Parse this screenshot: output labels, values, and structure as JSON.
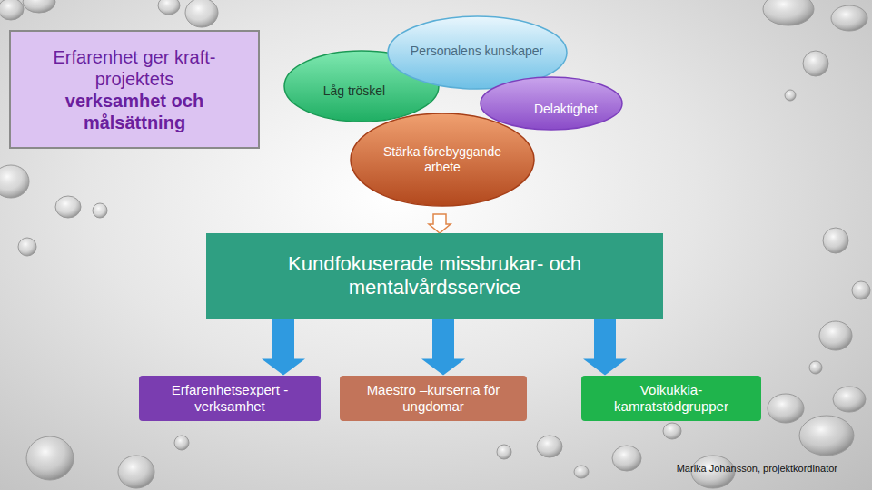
{
  "diagram": {
    "nodes": [
      {
        "text": [
          "Erfarenhet ger kraft- projektets",
          "verksamhet och målsättning"
        ]
      },
      {
        "text": [
          "Låg tröskel"
        ]
      },
      {
        "text": [
          "Personalens kunskaper"
        ]
      },
      {
        "text": [
          "Delaktighet"
        ]
      },
      {
        "text": [
          "Stärka förebyggande arbete"
        ]
      },
      {
        "text": [
          "Kundfokuserade missbrukar- och mentalvårdsservice"
        ]
      },
      {
        "text": [
          "Erfarenhetsexpert - verksamhet"
        ]
      },
      {
        "text": [
          "Maestro –kurserna för ungdomar"
        ]
      },
      {
        "text": [
          "Voikukkia- kamratstödgrupper"
        ]
      }
    ],
    "edges": [
      {
        "from": 4,
        "to": 5,
        "arrow": "to"
      },
      {
        "from": 5,
        "to": 6,
        "arrow": "to"
      },
      {
        "from": 5,
        "to": 7,
        "arrow": "to"
      },
      {
        "from": 5,
        "to": 8,
        "arrow": "to"
      }
    ],
    "labels": [
      "Marika Johansson, projektkordinator"
    ]
  }
}
